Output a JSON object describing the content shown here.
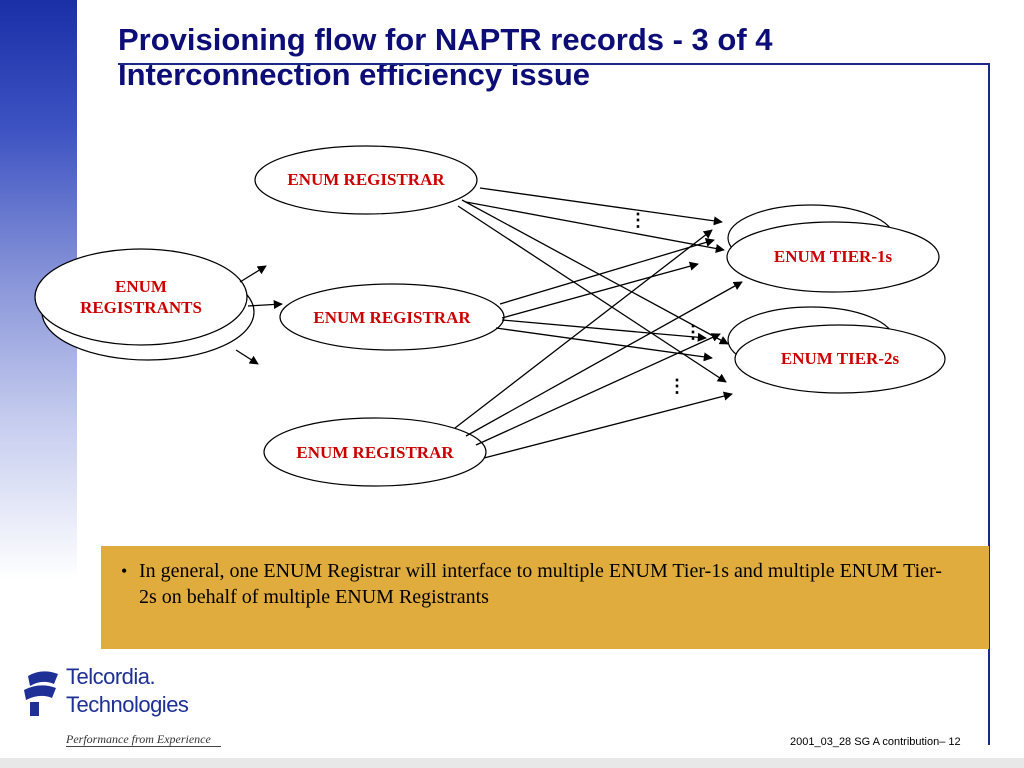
{
  "slide": {
    "title_line1": "Provisioning flow for NAPTR records - 3 of 4",
    "title_line2": "Interconnection efficiency issue"
  },
  "diagram": {
    "registrants_line1": "ENUM",
    "registrants_line2": "REGISTRANTS",
    "registrar_top": "ENUM REGISTRAR",
    "registrar_middle": "ENUM REGISTRAR",
    "registrar_bottom": "ENUM REGISTRAR",
    "tier1": "ENUM TIER-1s",
    "tier2": "ENUM TIER-2s",
    "ellipsis": "⋮"
  },
  "note": {
    "bullet": "•",
    "text": "In general, one ENUM Registrar will interface to multiple ENUM Tier-1s and multiple ENUM Tier-2s on behalf of multiple ENUM Registrants"
  },
  "logo": {
    "word1": "Telcordia.",
    "word2": "Technologies",
    "tagline": "Performance from Experience"
  },
  "footer": {
    "text": "2001_03_28 SG A contribution– 12"
  },
  "colors": {
    "title": "#0d0d78",
    "node_text": "#cc0000",
    "note_bg": "#e0ac3d",
    "brand": "#1e2f95"
  }
}
